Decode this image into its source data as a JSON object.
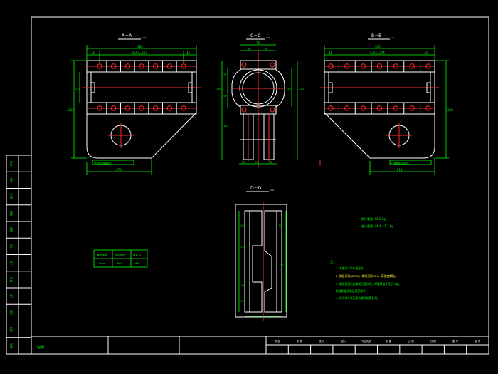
{
  "views": {
    "view_aa": {
      "title": "A－A",
      "scale": "1:4",
      "top_dim": "385",
      "sub_dims": [
        "45",
        "6x50=250",
        "45"
      ],
      "left_dim": "380",
      "inner_dim": "270",
      "bottom_dim": "270",
      "note": "L1螺栓距底面距离"
    },
    "view_cc": {
      "title": "C－C",
      "scale": "1:4",
      "top_dim": "70",
      "sub_dims": [
        "16",
        "16"
      ],
      "left_dims": [
        "70",
        "50",
        "176",
        "100"
      ],
      "bottom_dims": [
        "28",
        "50",
        "28"
      ],
      "right_dims": [
        "155",
        "210"
      ]
    },
    "view_bb": {
      "title": "B－B",
      "scale": "1:4",
      "top_dim": "365",
      "sub_dims": [
        "45",
        "5x55=275",
        "45"
      ],
      "right_dim": "380",
      "bottom_dim": "515",
      "note": "L1螺栓距底面距离"
    },
    "view_dd": {
      "title": "D－D",
      "scale": "1:4",
      "dims": [
        "120",
        "110",
        "160",
        "90",
        "120",
        "115"
      ]
    }
  },
  "notes": {
    "weights": [
      "钢件重量: 18.8 kg",
      "合计重量: 44.4 ×1.1 kg"
    ],
    "header": "注：",
    "items": [
      "1. 本图尺寸均以毫米计。",
      "2. 钢板采用Q235B，螺栓采用M20，高强度螺栓。",
      "3. 钢板切割后边缘须打磨处理，焊缝等级不低于二级。",
      "   焊缝质量须满足规范要求。",
      "4. 所有钢件表面须热镀锌防腐处理。"
    ]
  },
  "small_table": {
    "rows": [
      [
        "螺栓规格",
        "M20×80",
        "数量 Q"
      ],
      [
        "L1/mm",
        "900",
        "950"
      ]
    ]
  },
  "left_strip": [
    "审核",
    "校对",
    "设计",
    "制图",
    "描图",
    "专业",
    "工程",
    "阶段",
    "比例",
    "日期",
    "图号",
    "版次"
  ],
  "title_block": {
    "left_label": "说明",
    "cells": [
      "审 定",
      "审 核",
      "校 对",
      "设 计",
      "专业负责",
      "制 图",
      "比 例",
      "日 期",
      "图 号",
      "版 次"
    ]
  },
  "colors": {
    "outline": "#ffffff",
    "dims": "#00ff00",
    "center": "#ff2a2a",
    "accent": "#ffff33"
  }
}
